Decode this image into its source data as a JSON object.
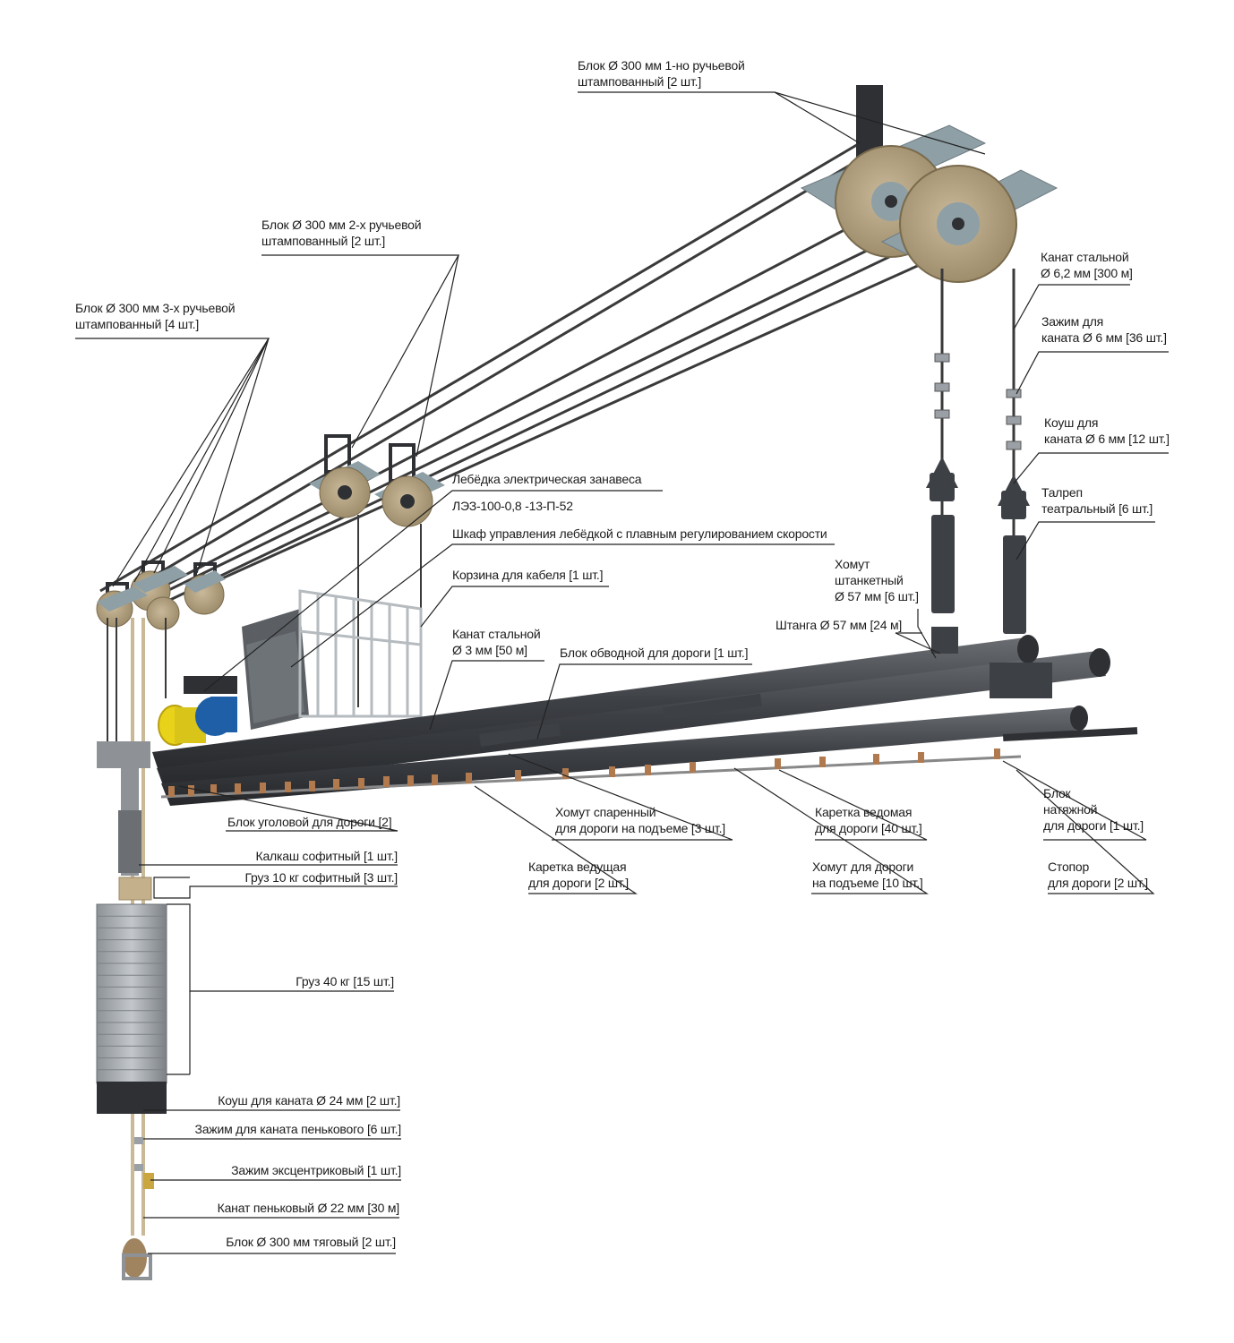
{
  "labels": {
    "block_1groove": [
      "Блок Ø 300 мм 1-но ручьевой",
      "штампованный [2 шт.]"
    ],
    "block_2groove": [
      "Блок Ø 300 мм 2-х ручьевой",
      "штампованный [2 шт.]"
    ],
    "block_3groove": [
      "Блок Ø 300 мм 3-х ручьевой",
      "штампованный [4 шт.]"
    ],
    "steel_rope_62": [
      "Канат стальной",
      "Ø 6,2 мм [300 м]"
    ],
    "clamp_6": [
      "Зажим для",
      "каната Ø 6 мм [36 шт.]"
    ],
    "thimble_6": [
      "Коуш для",
      "каната Ø 6 мм [12 шт.]"
    ],
    "turnbuckle": [
      "Талреп",
      "театральный [6 шт.]"
    ],
    "winch": [
      "Лебёдка электрическая занавеса"
    ],
    "winch_model": [
      "ЛЭЗ-100-0,8 -13-П-52"
    ],
    "control_cabinet": [
      "Шкаф управления лебёдкой с плавным регулированием скорости"
    ],
    "cable_basket": [
      "Корзина для кабеля [1 шт.]"
    ],
    "steel_rope_3": [
      "Канат стальной",
      "Ø 3 мм [50 м]"
    ],
    "bypass_block": [
      "Блок обводной для дороги [1 шт.]"
    ],
    "batten_clamp": [
      "Хомут",
      "штанкетный",
      "Ø 57 мм [6 шт.]"
    ],
    "bar_57": [
      "Штанга Ø 57 мм [24 м]"
    ],
    "corner_block": [
      "Блок уголовой для дороги [2]"
    ],
    "paired_clamp": [
      "Хомут спаренный",
      "для дороги на подъеме [3 шт.]"
    ],
    "driven_carriage": [
      "Каретка ведомая",
      "для дороги [40 шт.]"
    ],
    "tension_block": [
      "Блок",
      "натяжной",
      "для дороги [1 шт.]"
    ],
    "soffit_kalkash": [
      "Калкаш софитный [1 шт.]"
    ],
    "weight_10": [
      "Груз 10 кг софитный [3 шт.]"
    ],
    "leading_carriage": [
      "Каретка ведущая",
      "для дороги [2 шт.]"
    ],
    "rail_clamp": [
      "Хомут для дороги",
      "на подъеме [10 шт.]"
    ],
    "stopper": [
      "Стопор",
      "для дороги [2 шт.]"
    ],
    "weight_40": [
      "Груз 40 кг [15 шт.]"
    ],
    "thimble_24": [
      "Коуш для каната Ø 24 мм [2 шт.]"
    ],
    "hemp_clamp": [
      "Зажим для каната пенькового [6 шт.]"
    ],
    "eccentric_clamp": [
      "Зажим эксцентриковый [1 шт.]"
    ],
    "hemp_rope": [
      "Канат пеньковый Ø 22 мм [30 м]"
    ],
    "traction_block": [
      "Блок Ø 300 мм тяговый [2 шт.]"
    ]
  },
  "colors": {
    "steel": "#4a4d52",
    "steel_dark": "#2e3034",
    "plate": "#8e9fa6",
    "sheave": "#b8a786",
    "rope": "#3a3a3a",
    "hemp": "#c9b996",
    "copper": "#b07a4e",
    "motor_blue": "#1e5fa8",
    "drum_yellow": "#e8d21a",
    "leader": "#222222"
  }
}
